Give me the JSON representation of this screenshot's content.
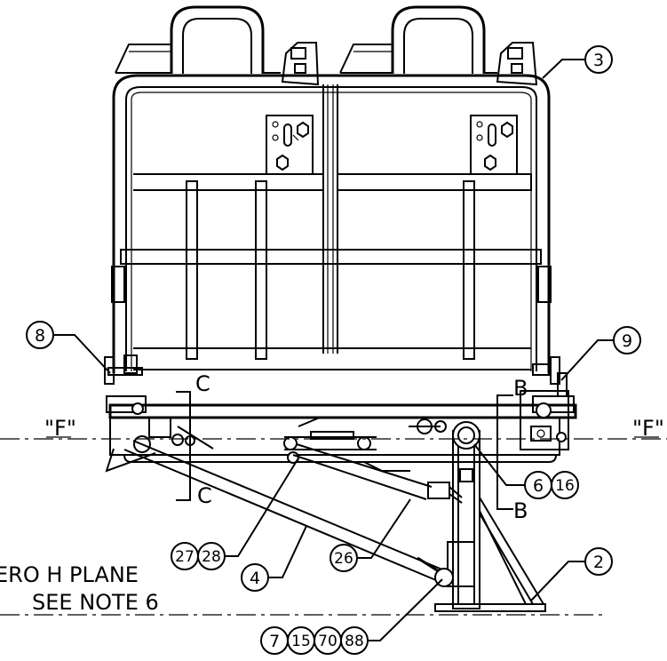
{
  "balloons": {
    "b3": "3",
    "b8": "8",
    "b9": "9",
    "b6": "6",
    "b16": "16",
    "b27": "27",
    "b28": "28",
    "b26": "26",
    "b4": "4",
    "b2": "2",
    "b7": "7",
    "b15": "15",
    "b70": "70",
    "b88": "88"
  },
  "labels": {
    "f_left": "\"F\"",
    "f_right": "\"F\"",
    "section_c_top": "C",
    "section_c_bottom": "C",
    "section_b_top": "B",
    "section_b_bottom": "B",
    "zero_h_plane": "ERO H PLANE",
    "see_note": "SEE NOTE 6"
  }
}
